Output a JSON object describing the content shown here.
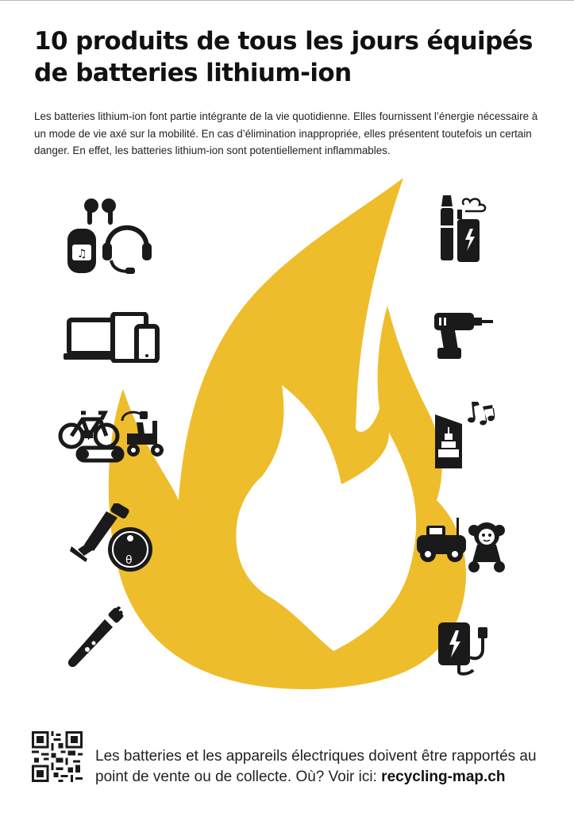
{
  "document": {
    "title": "10 produits de tous les jours équipés de batteries lithium-ion",
    "intro": "Les batteries lithium-ion font partie intégrante de la vie quotidienne. Elles fournissent l’énergie nécessaire à un mode de vie axé sur la mobilité. En cas d’élimination inappropriée, elles présentent toutefois un certain danger. En effet, les batteries lithium-ion sont potentiellement inflammables.",
    "footer_text": "Les batteries et les appareils électriques doivent être rapportés au point de vente ou de collecte. Où? Voir ici: ",
    "footer_link": "recycling-map.ch"
  },
  "colors": {
    "flame": "#eebd2b",
    "icon": "#1a1a1a",
    "text": "#222222"
  },
  "icons": [
    "earbuds-speaker-headset-icon",
    "laptop-tablet-phone-icon",
    "ebike-hoverboard-scooter-icon",
    "vacuum-robot-cleaner-icon",
    "electric-toothbrush-icon",
    "vape-ecigarette-icon",
    "cordless-drill-icon",
    "musical-greeting-card-icon",
    "rc-car-doll-toys-icon",
    "powerbank-icon"
  ]
}
